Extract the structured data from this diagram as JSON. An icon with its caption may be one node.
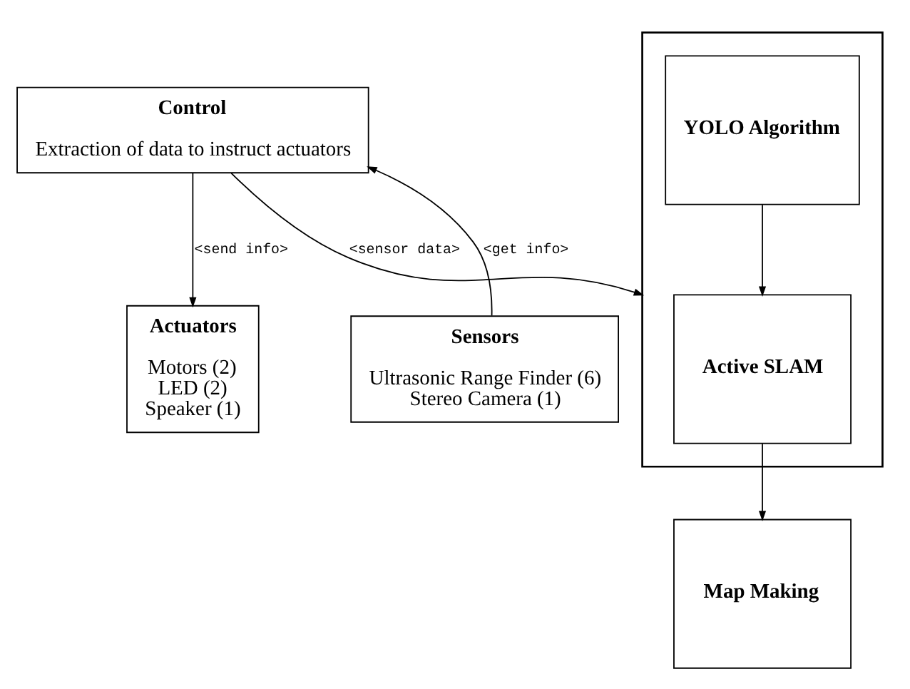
{
  "diagram": {
    "nodes": [
      {
        "text": [
          "Control",
          "Extraction of data to instruct actuators"
        ]
      },
      {
        "text": [
          "Sensors",
          "Ultrasonic Range Finder (6)",
          "Stereo Camera (1)"
        ]
      },
      {
        "text": [
          "Actuators",
          "Motors (2)",
          "LED (2)",
          "Speaker (1)"
        ]
      },
      {
        "text": [],
        "shape": "box"
      },
      {
        "text": [
          "YOLO Algorithm"
        ],
        "in": 3
      },
      {
        "text": [
          "Active SLAM"
        ],
        "in": 3
      },
      {
        "text": [
          "Map Making"
        ]
      }
    ],
    "edges": [
      {
        "from": 1,
        "to": 0,
        "arrow": "to",
        "label": "<get info>"
      },
      {
        "from": 0,
        "to": 2,
        "arrow": "to",
        "label": "<send info>"
      },
      {
        "from": 0,
        "to": 3,
        "arrow": "to",
        "label": "<sensor data>"
      },
      {
        "from": 4,
        "to": 5,
        "arrow": "to"
      },
      {
        "from": 5,
        "to": 6,
        "arrow": "to"
      }
    ]
  }
}
